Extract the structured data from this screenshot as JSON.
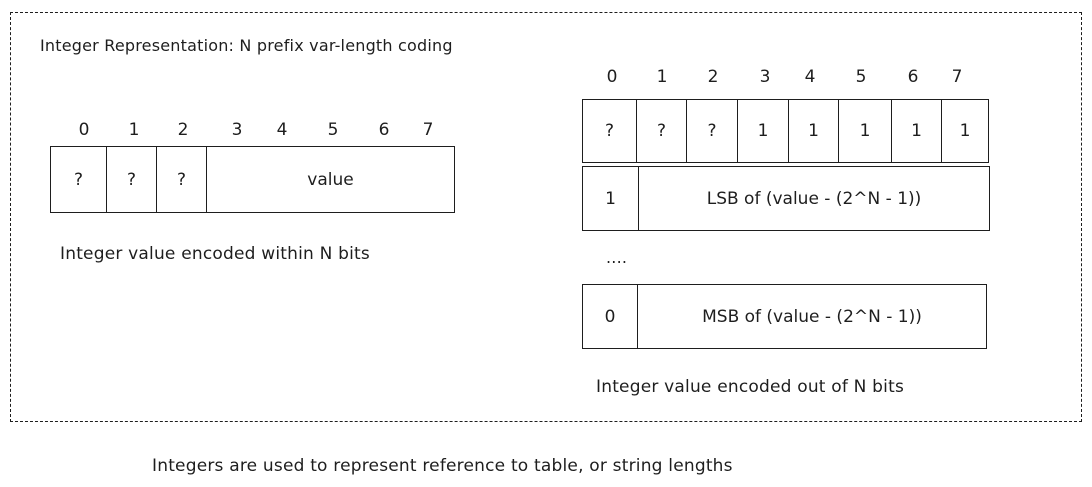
{
  "title": "Integer Representation: N prefix var-length coding",
  "left_diagram": {
    "bit_labels": [
      "0",
      "1",
      "2",
      "3",
      "4",
      "5",
      "6",
      "7"
    ],
    "cells": [
      "?",
      "?",
      "?",
      "value"
    ],
    "caption": "Integer value encoded within N bits"
  },
  "right_diagram": {
    "bit_labels": [
      "0",
      "1",
      "2",
      "3",
      "4",
      "5",
      "6",
      "7"
    ],
    "first_byte": [
      "?",
      "?",
      "?",
      "1",
      "1",
      "1",
      "1",
      "1"
    ],
    "lsb_row": {
      "flag": "1",
      "label": "LSB of (value - (2^N - 1))"
    },
    "ellipsis": "....",
    "msb_row": {
      "flag": "0",
      "label": "MSB of (value - (2^N - 1))"
    },
    "caption": "Integer value encoded out of N bits"
  },
  "footer": "Integers are used to represent reference to table, or string lengths"
}
